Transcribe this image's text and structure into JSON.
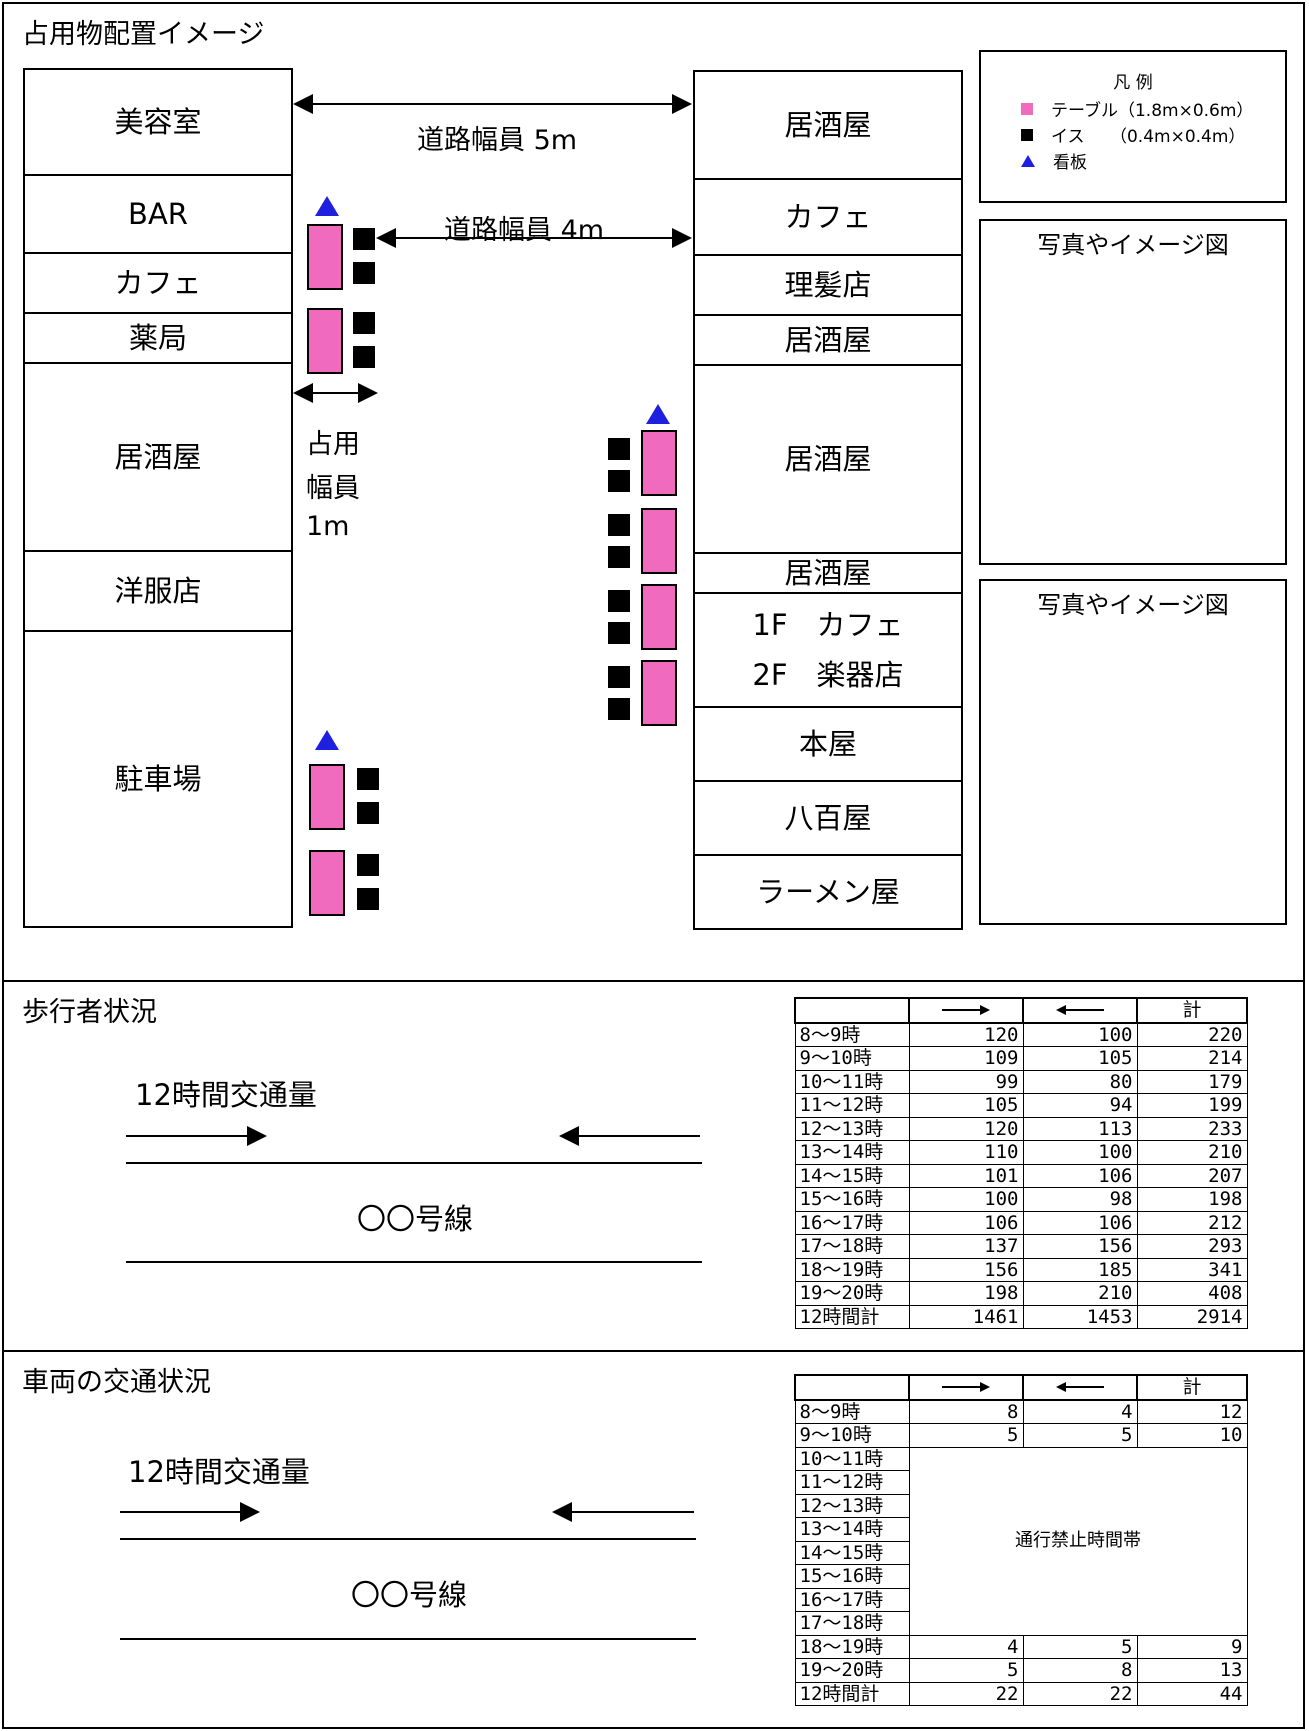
{
  "layout_section": {
    "title": "占用物配置イメージ",
    "left_shops": [
      "美容室",
      "BAR",
      "カフェ",
      "薬局",
      "居酒屋",
      "洋服店",
      "駐車場"
    ],
    "right_shops": [
      "居酒屋",
      "カフェ",
      "理髪店",
      "居酒屋",
      "居酒屋",
      "居酒屋",
      "1F　カフェ",
      "2F　楽器店",
      "本屋",
      "八百屋",
      "ラーメン屋"
    ],
    "road_width_5m": "道路幅員 5m",
    "road_width_4m": "道路幅員 4m",
    "occupancy_width": [
      "占用",
      "幅員",
      "1m"
    ],
    "legend": {
      "title": "凡 例",
      "table": "テーブル（1.8m×0.6m）",
      "chair": "イス　　（0.4m×0.4m）",
      "sign": "看板"
    },
    "photo_box_1": "写真やイメージ図",
    "photo_box_2": "写真やイメージ図",
    "colors": {
      "table": "#f06abd",
      "chair": "#000000",
      "sign": "#1f1fe0"
    }
  },
  "pedestrian_section": {
    "title": "歩行者状況",
    "volume_label": "12時間交通量",
    "road_name": "〇〇号線",
    "table": {
      "headers": [
        "",
        "→",
        "←",
        "計"
      ],
      "rows": [
        [
          "8～9時",
          "120",
          "100",
          "220"
        ],
        [
          "9～10時",
          "109",
          "105",
          "214"
        ],
        [
          "10～11時",
          "99",
          "80",
          "179"
        ],
        [
          "11～12時",
          "105",
          "94",
          "199"
        ],
        [
          "12～13時",
          "120",
          "113",
          "233"
        ],
        [
          "13～14時",
          "110",
          "100",
          "210"
        ],
        [
          "14～15時",
          "101",
          "106",
          "207"
        ],
        [
          "15～16時",
          "100",
          "98",
          "198"
        ],
        [
          "16～17時",
          "106",
          "106",
          "212"
        ],
        [
          "17～18時",
          "137",
          "156",
          "293"
        ],
        [
          "18～19時",
          "156",
          "185",
          "341"
        ],
        [
          "19～20時",
          "198",
          "210",
          "408"
        ],
        [
          "12時間計",
          "1461",
          "1453",
          "2914"
        ]
      ]
    }
  },
  "vehicle_section": {
    "title": "車両の交通状況",
    "volume_label": "12時間交通量",
    "road_name": "〇〇号線",
    "table": {
      "headers": [
        "",
        "→",
        "←",
        "計"
      ],
      "rows_top": [
        [
          "8～9時",
          "8",
          "4",
          "12"
        ],
        [
          "9～10時",
          "5",
          "5",
          "10"
        ]
      ],
      "closed_hours": [
        "10～11時",
        "11～12時",
        "12～13時",
        "13～14時",
        "14～15時",
        "15～16時",
        "16～17時",
        "17～18時"
      ],
      "closed_label": "通行禁止時間帯",
      "rows_bottom": [
        [
          "18～19時",
          "4",
          "5",
          "9"
        ],
        [
          "19～20時",
          "5",
          "8",
          "13"
        ],
        [
          "12時間計",
          "22",
          "22",
          "44"
        ]
      ]
    }
  }
}
